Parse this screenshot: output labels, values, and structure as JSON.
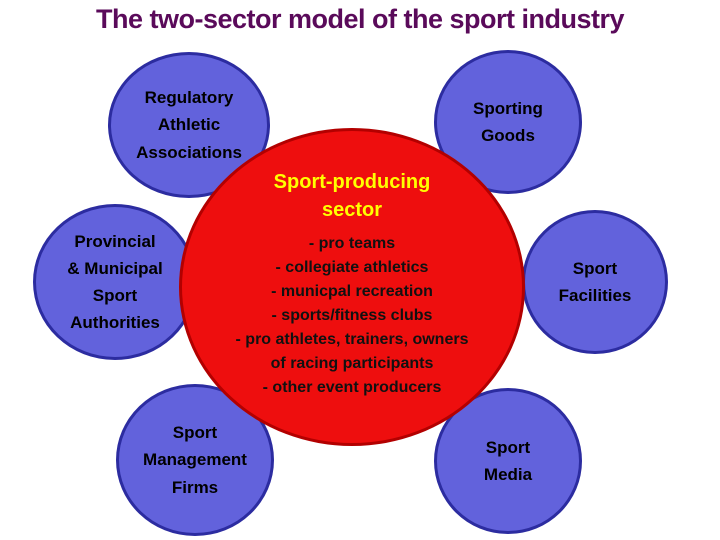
{
  "title": "The two-sector model of the sport industry",
  "center": {
    "title": "Sport-producing\nsector",
    "items": [
      "- pro teams",
      "- collegiate athletics",
      "- municpal recreation",
      "- sports/fitness clubs",
      "- pro athletes, trainers, owners\nof racing participants",
      "- other event producers"
    ]
  },
  "satellites": [
    {
      "label": "Regulatory\nAthletic\nAssociations"
    },
    {
      "label": "Sporting\nGoods"
    },
    {
      "label": "Provincial\n& Municipal\nSport\nAuthorities"
    },
    {
      "label": "Sport\nFacilities"
    },
    {
      "label": "Sport\nManagement\nFirms"
    },
    {
      "label": "Sport\nMedia"
    }
  ],
  "colors": {
    "background": "#ffffff",
    "title_text": "#5a0a5a",
    "satellite_fill": "#6262dc",
    "satellite_border": "#2c2ca0",
    "satellite_text": "#000000",
    "center_fill": "#ee0e0e",
    "center_border": "#b30000",
    "center_title_text": "#ffff00",
    "center_item_text": "#111111"
  }
}
